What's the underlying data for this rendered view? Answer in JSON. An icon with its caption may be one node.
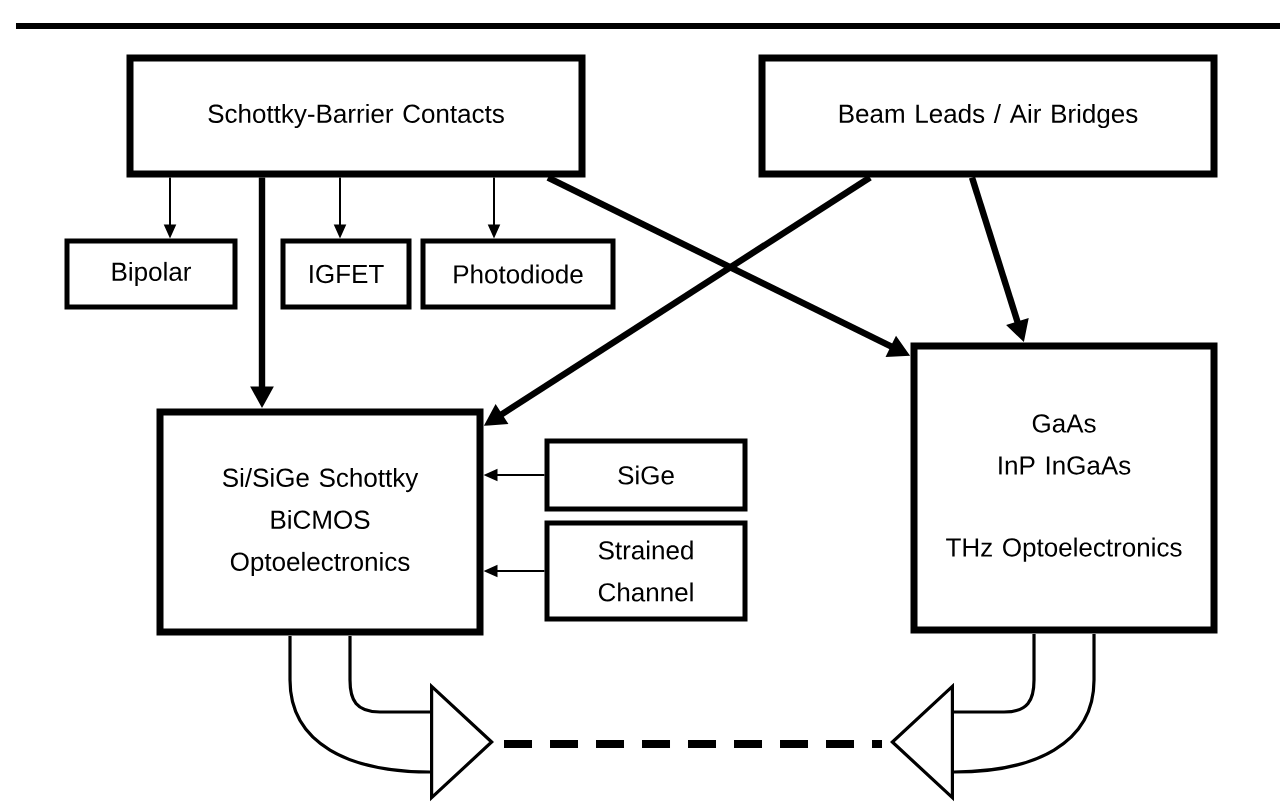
{
  "diagram": {
    "nodes": [
      {
        "text": [
          "Schottky-Barrier Contacts"
        ]
      },
      {
        "text": [
          "Beam Leads / Air Bridges"
        ]
      },
      {
        "text": [
          "Bipolar"
        ]
      },
      {
        "text": [
          "IGFET"
        ]
      },
      {
        "text": [
          "Photodiode"
        ]
      },
      {
        "text": [
          "Si/SiGe Schottky BiCMOS Optoelectronics"
        ]
      },
      {
        "text": [
          "GaAs",
          "InP InGaAs",
          "THz Optoelectronics"
        ]
      },
      {
        "text": [
          "SiGe"
        ]
      },
      {
        "text": [
          "Strained Channel"
        ]
      }
    ],
    "edges": [
      {
        "from": 0,
        "to": 2,
        "arrow": "to"
      },
      {
        "from": 0,
        "to": 3,
        "arrow": "to"
      },
      {
        "from": 0,
        "to": 4,
        "arrow": "to"
      },
      {
        "from": 0,
        "to": 5,
        "arrow": "to",
        "style": "thick"
      },
      {
        "from": 1,
        "to": 5,
        "arrow": "to",
        "style": "thick"
      },
      {
        "from": 0,
        "to": 6,
        "arrow": "to",
        "style": "thick"
      },
      {
        "from": 1,
        "to": 6,
        "arrow": "to",
        "style": "thick"
      },
      {
        "from": 7,
        "to": 5,
        "arrow": "to"
      },
      {
        "from": 8,
        "to": 5,
        "arrow": "to"
      },
      {
        "from": 5,
        "to": null,
        "arrow": "to"
      },
      {
        "from": 6,
        "to": null,
        "arrow": "to"
      }
    ]
  }
}
